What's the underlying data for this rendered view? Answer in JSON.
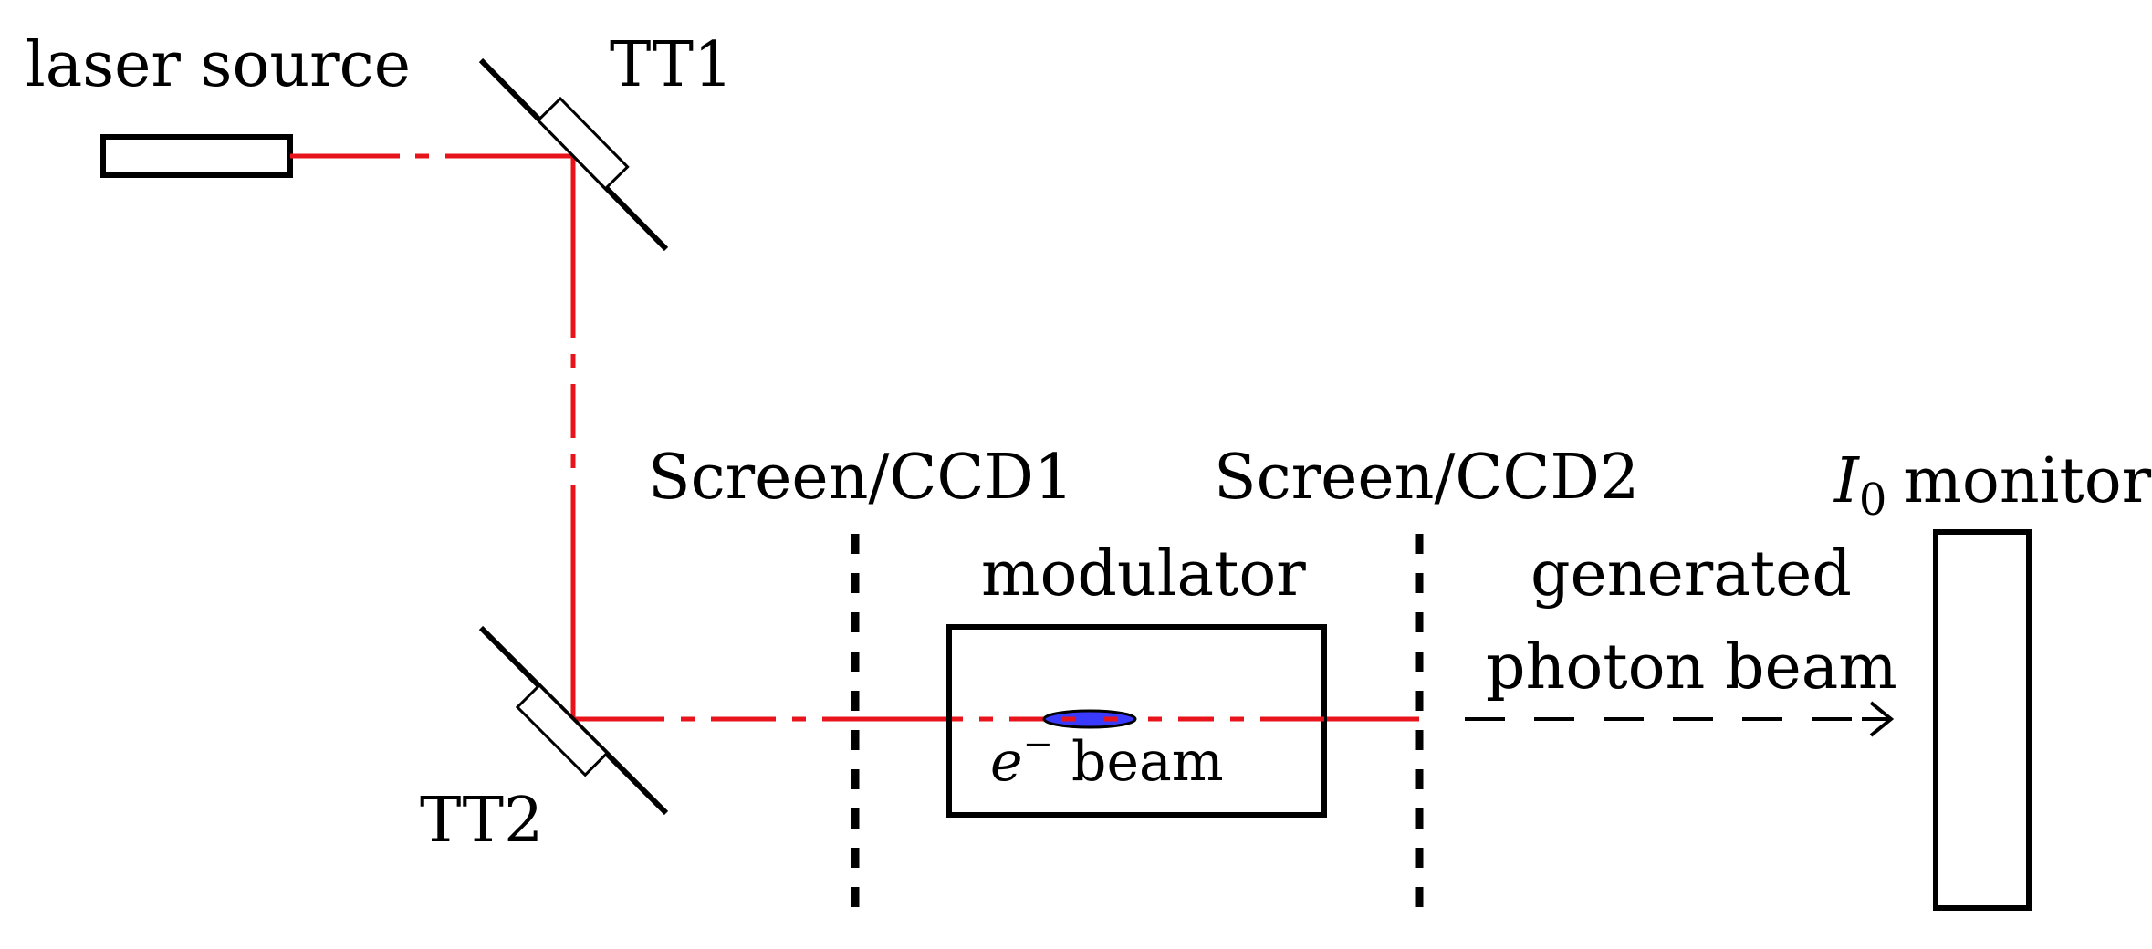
{
  "labels": {
    "laser_source": "laser source",
    "tt1": "TT1",
    "tt2": "TT2",
    "screen_ccd1": "Screen/CCD1",
    "screen_ccd2": "Screen/CCD2",
    "modulator": "modulator",
    "electron_symbol": "e",
    "electron_superscript": "−",
    "electron_beam_word": "beam",
    "generated_line1": "generated",
    "generated_line2": "photon beam",
    "monitor_symbol": "I",
    "monitor_subscript": "0",
    "monitor_word": "monitor"
  },
  "icons": {
    "arrow_head": "→"
  },
  "colors": {
    "laser": "#e8141b",
    "electron_bunch": "#3a3aff",
    "ink": "#000000"
  }
}
